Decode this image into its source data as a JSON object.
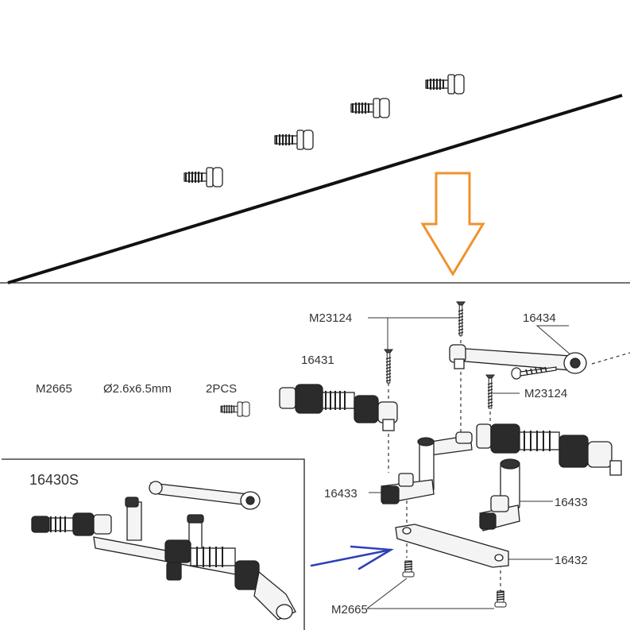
{
  "parts": {
    "m23124_top": "M23124",
    "p16434": "16434",
    "p16431": "16431",
    "m23124_right": "M23124",
    "p16433_left": "16433",
    "p16433_right": "16433",
    "p16432": "16432",
    "m2665_bottom": "M2665"
  },
  "spec": {
    "code": "M2665",
    "size": "Ø2.6x6.5mm",
    "qty": "2PCS"
  },
  "inset": {
    "title": "16430S"
  },
  "colors": {
    "line": "#111111",
    "part_stroke": "#222222",
    "part_fill": "#f4f4f4",
    "dark_fill": "#2b2b2b",
    "arrow_orange": "#f0922e",
    "arrow_blue": "#2f3fb8"
  }
}
